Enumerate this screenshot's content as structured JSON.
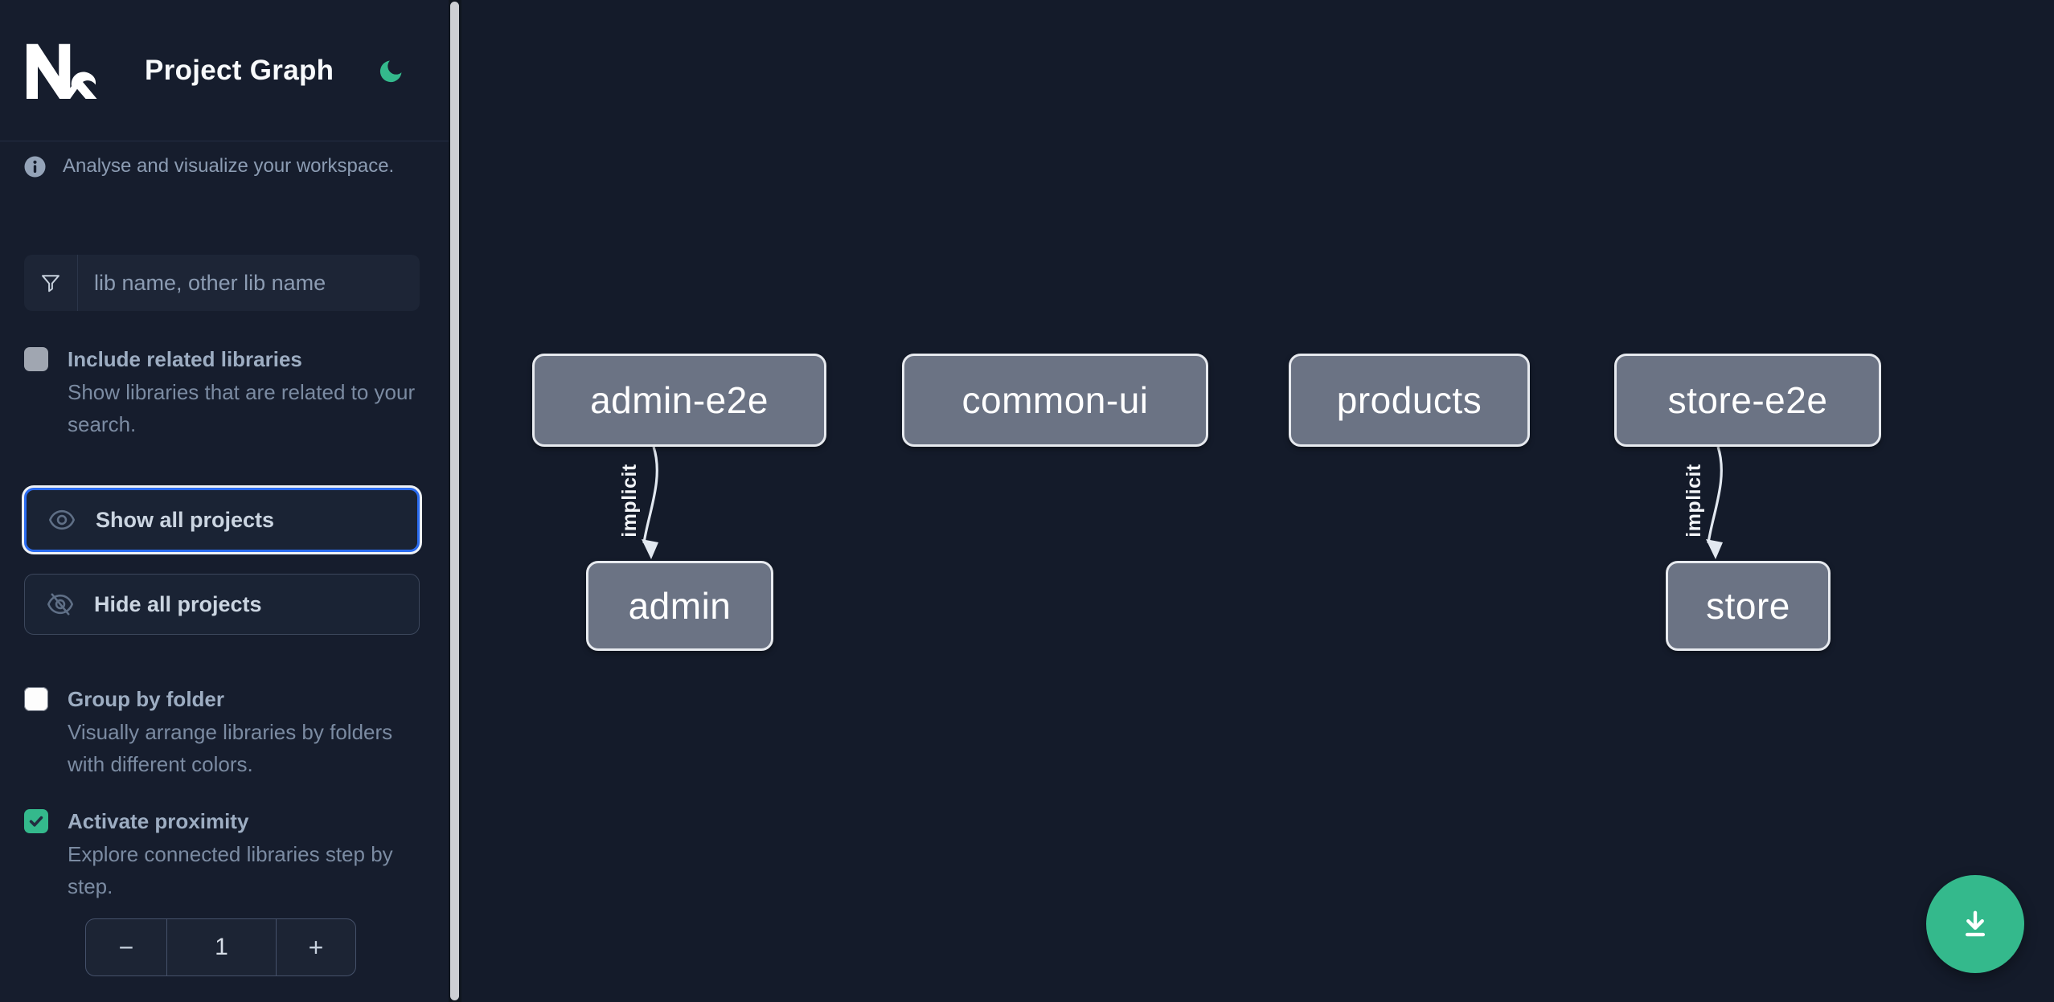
{
  "app": {
    "title": "Project Graph"
  },
  "sidebar": {
    "tagline": "Analyse and visualize your workspace.",
    "search": {
      "placeholder": "lib name, other lib name"
    },
    "actions": {
      "show_all": "Show all projects",
      "hide_all": "Hide all projects"
    },
    "toggles": [
      {
        "label": "Include related libraries",
        "description": "Show libraries that are related to your search.",
        "checked": false,
        "disabled": true
      },
      {
        "label": "Group by folder",
        "description": "Visually arrange libraries by folders with different colors.",
        "checked": false,
        "disabled": false
      },
      {
        "label": "Activate proximity",
        "description": "Explore connected libraries step by step.",
        "checked": true,
        "disabled": false
      }
    ],
    "proximity_stepper": {
      "decrement": "−",
      "value": "1",
      "increment": "+"
    }
  },
  "graph": {
    "nodes": [
      {
        "label": "admin-e2e"
      },
      {
        "label": "common-ui"
      },
      {
        "label": "products"
      },
      {
        "label": "store-e2e"
      },
      {
        "label": "admin"
      },
      {
        "label": "store"
      }
    ],
    "edges": [
      {
        "from": "admin-e2e",
        "to": "admin",
        "label": "implicit"
      },
      {
        "from": "store-e2e",
        "to": "store",
        "label": "implicit"
      }
    ]
  },
  "fab": {
    "icon": "download-icon"
  },
  "colors": {
    "accent_teal": "#34b98c",
    "focus_blue": "#2b6cf0",
    "node_fill": "#6b7384",
    "node_border": "#e7eaef",
    "background": "#151c2b"
  }
}
